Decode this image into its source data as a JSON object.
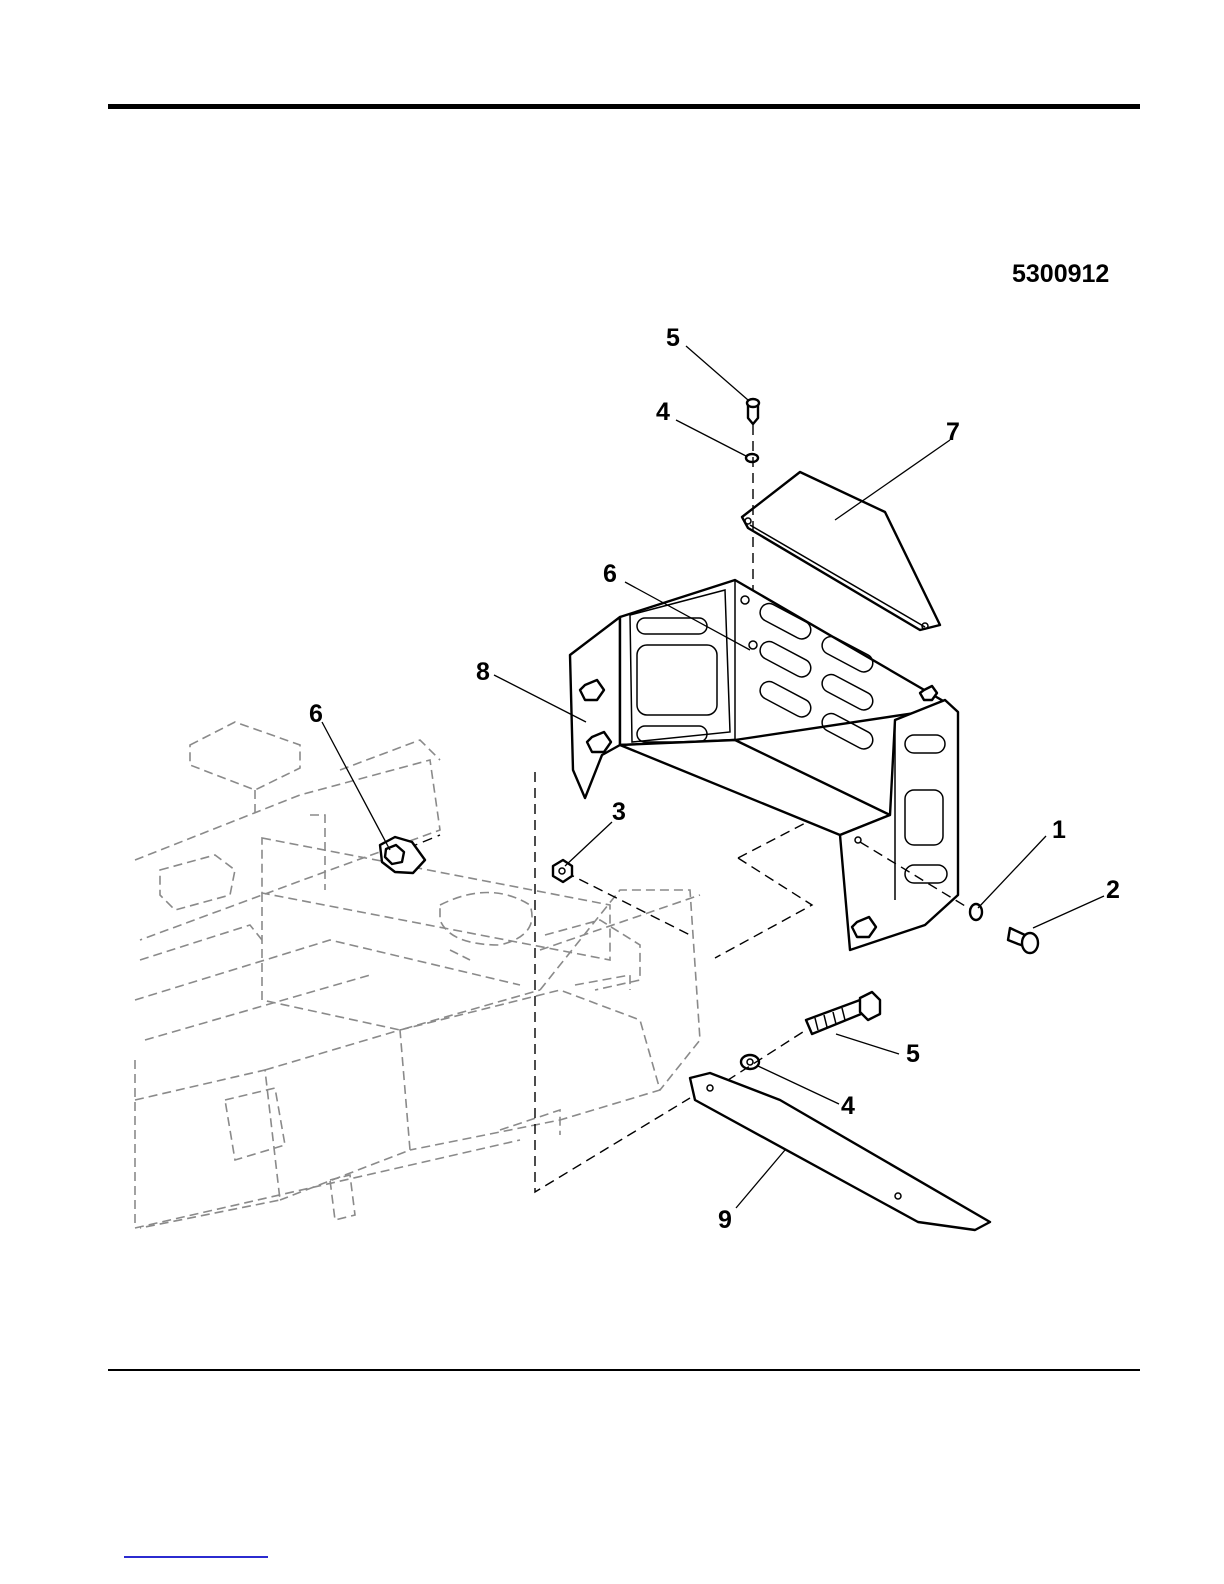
{
  "drawing_number": "5300912",
  "callouts": {
    "c5_top": "5",
    "c4_top": "4",
    "c7": "7",
    "c6_right": "6",
    "c8": "8",
    "c6_left": "6",
    "c3": "3",
    "c1": "1",
    "c2": "2",
    "c5_bottom": "5",
    "c4_bottom": "4",
    "c9": "9"
  }
}
